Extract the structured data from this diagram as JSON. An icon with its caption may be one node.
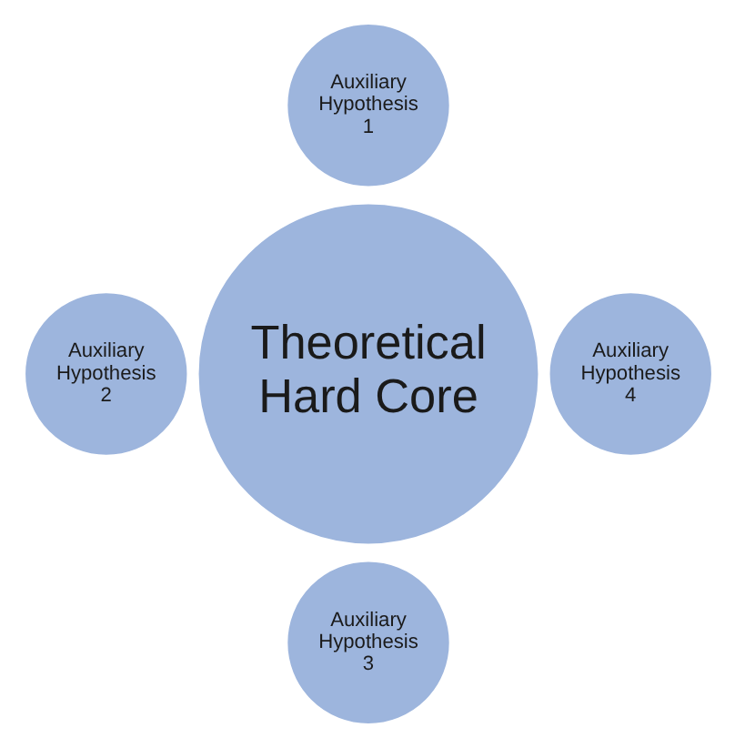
{
  "diagram": {
    "nodes": [
      {
        "text": [
          "Auxiliary Hypothesis 1"
        ]
      },
      {
        "text": [
          "Auxiliary Hypothesis 2"
        ]
      },
      {
        "text": [
          "Theoretical Hard Core"
        ]
      },
      {
        "text": [
          "Auxiliary Hypothesis 4"
        ]
      },
      {
        "text": [
          "Auxiliary Hypothesis 3"
        ]
      }
    ]
  }
}
